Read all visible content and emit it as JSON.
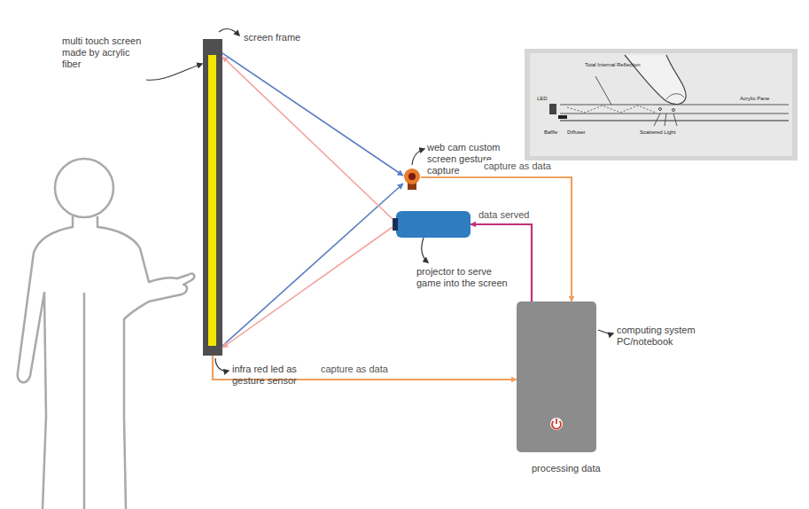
{
  "diagram": {
    "nodes": [
      {
        "text": [
          "multi touch screen made by acrylic fiber",
          "screen frame",
          "infra red led as gesture sensor"
        ]
      },
      {
        "text": [
          "web cam custom screen gesture capture"
        ]
      },
      {
        "text": [
          "projector to serve game into the screen"
        ]
      },
      {
        "text": [
          "computing system PC/notebook",
          "processing data"
        ]
      }
    ],
    "edges": [
      {
        "from": 0,
        "to": 1,
        "arrow": "to"
      },
      {
        "from": 0,
        "to": 1,
        "arrow": "to"
      },
      {
        "from": 2,
        "to": 0,
        "arrow": "to"
      },
      {
        "from": 2,
        "to": 0,
        "arrow": "to"
      },
      {
        "from": 1,
        "to": 3,
        "label": "capture as data",
        "arrow": "to"
      },
      {
        "from": 3,
        "to": 2,
        "label": "data served",
        "arrow": "to"
      },
      {
        "from": 0,
        "to": 3,
        "label": "capture as data",
        "arrow": "to"
      }
    ],
    "labels": [
      "Total Internal Reflection",
      "Acrylic Pane",
      "LED",
      "Baffle",
      "Diffuser",
      "Scattered Light"
    ]
  }
}
